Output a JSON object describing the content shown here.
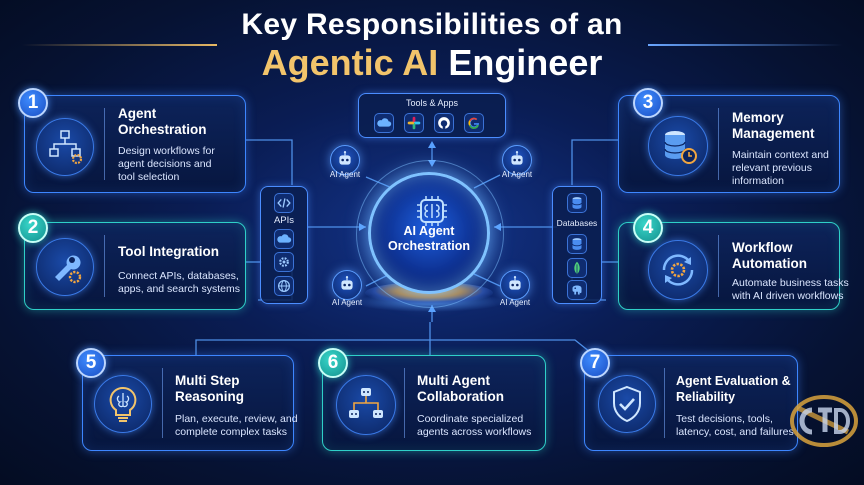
{
  "title": {
    "line1": "Key Responsibilities of an",
    "line2_highlight": "Agentic AI",
    "line2_rest": " Engineer"
  },
  "tools_box": {
    "label": "Tools & Apps",
    "icons": [
      "cloud-icon",
      "slack-icon",
      "github-icon",
      "google-icon"
    ]
  },
  "apis_box": {
    "label": "APIs",
    "icons": [
      "code-icon",
      "cloud-icon",
      "gear-icon",
      "globe-icon"
    ]
  },
  "databases_box": {
    "label": "Databases",
    "icons": [
      "database-icon",
      "leaf-icon",
      "elephant-icon"
    ]
  },
  "hub": {
    "label_line1": "AI Agent",
    "label_line2": "Orchestration"
  },
  "agents": [
    {
      "label": "AI Agent"
    },
    {
      "label": "AI Agent"
    },
    {
      "label": "AI Agent"
    },
    {
      "label": "AI Agent"
    }
  ],
  "responsibilities": [
    {
      "number": "1",
      "title_line1": "Agent",
      "title_line2": "Orchestration",
      "desc_line1": "Design workflows for",
      "desc_line2": "agent decisions and",
      "desc_line3": "tool selection",
      "icon": "workflow-icon"
    },
    {
      "number": "2",
      "title_line1": "Tool Integration",
      "desc_line1": "Connect APIs, databases,",
      "desc_line2": "apps, and search systems",
      "icon": "wrench-gear-icon"
    },
    {
      "number": "3",
      "title_line1": "Memory",
      "title_line2": "Management",
      "desc_line1": "Maintain context and",
      "desc_line2": "relevant previous",
      "desc_line3": "information",
      "icon": "database-clock-icon"
    },
    {
      "number": "4",
      "title_line1": "Workflow",
      "title_line2": "Automation",
      "desc_line1": "Automate business tasks",
      "desc_line2": "with AI driven workflows",
      "icon": "cycle-gear-icon"
    },
    {
      "number": "5",
      "title_line1": "Multi Step",
      "title_line2": "Reasoning",
      "desc_line1": "Plan, execute, review, and",
      "desc_line2": "complete complex tasks",
      "icon": "brain-bulb-icon"
    },
    {
      "number": "6",
      "title_line1": "Multi Agent",
      "title_line2": "Collaboration",
      "desc_line1": "Coordinate specialized",
      "desc_line2": "agents across workflows",
      "icon": "robots-network-icon"
    },
    {
      "number": "7",
      "title_line1": "Agent Evaluation &",
      "title_line2": "Reliability",
      "desc_line1": "Test decisions, tools,",
      "desc_line2": "latency, cost, and failures",
      "icon": "shield-check-icon"
    }
  ],
  "colors": {
    "accent_blue": "#3d86ff",
    "accent_teal": "#2fd0c8",
    "title_gold": "#f2c46b",
    "background": "#061230"
  }
}
